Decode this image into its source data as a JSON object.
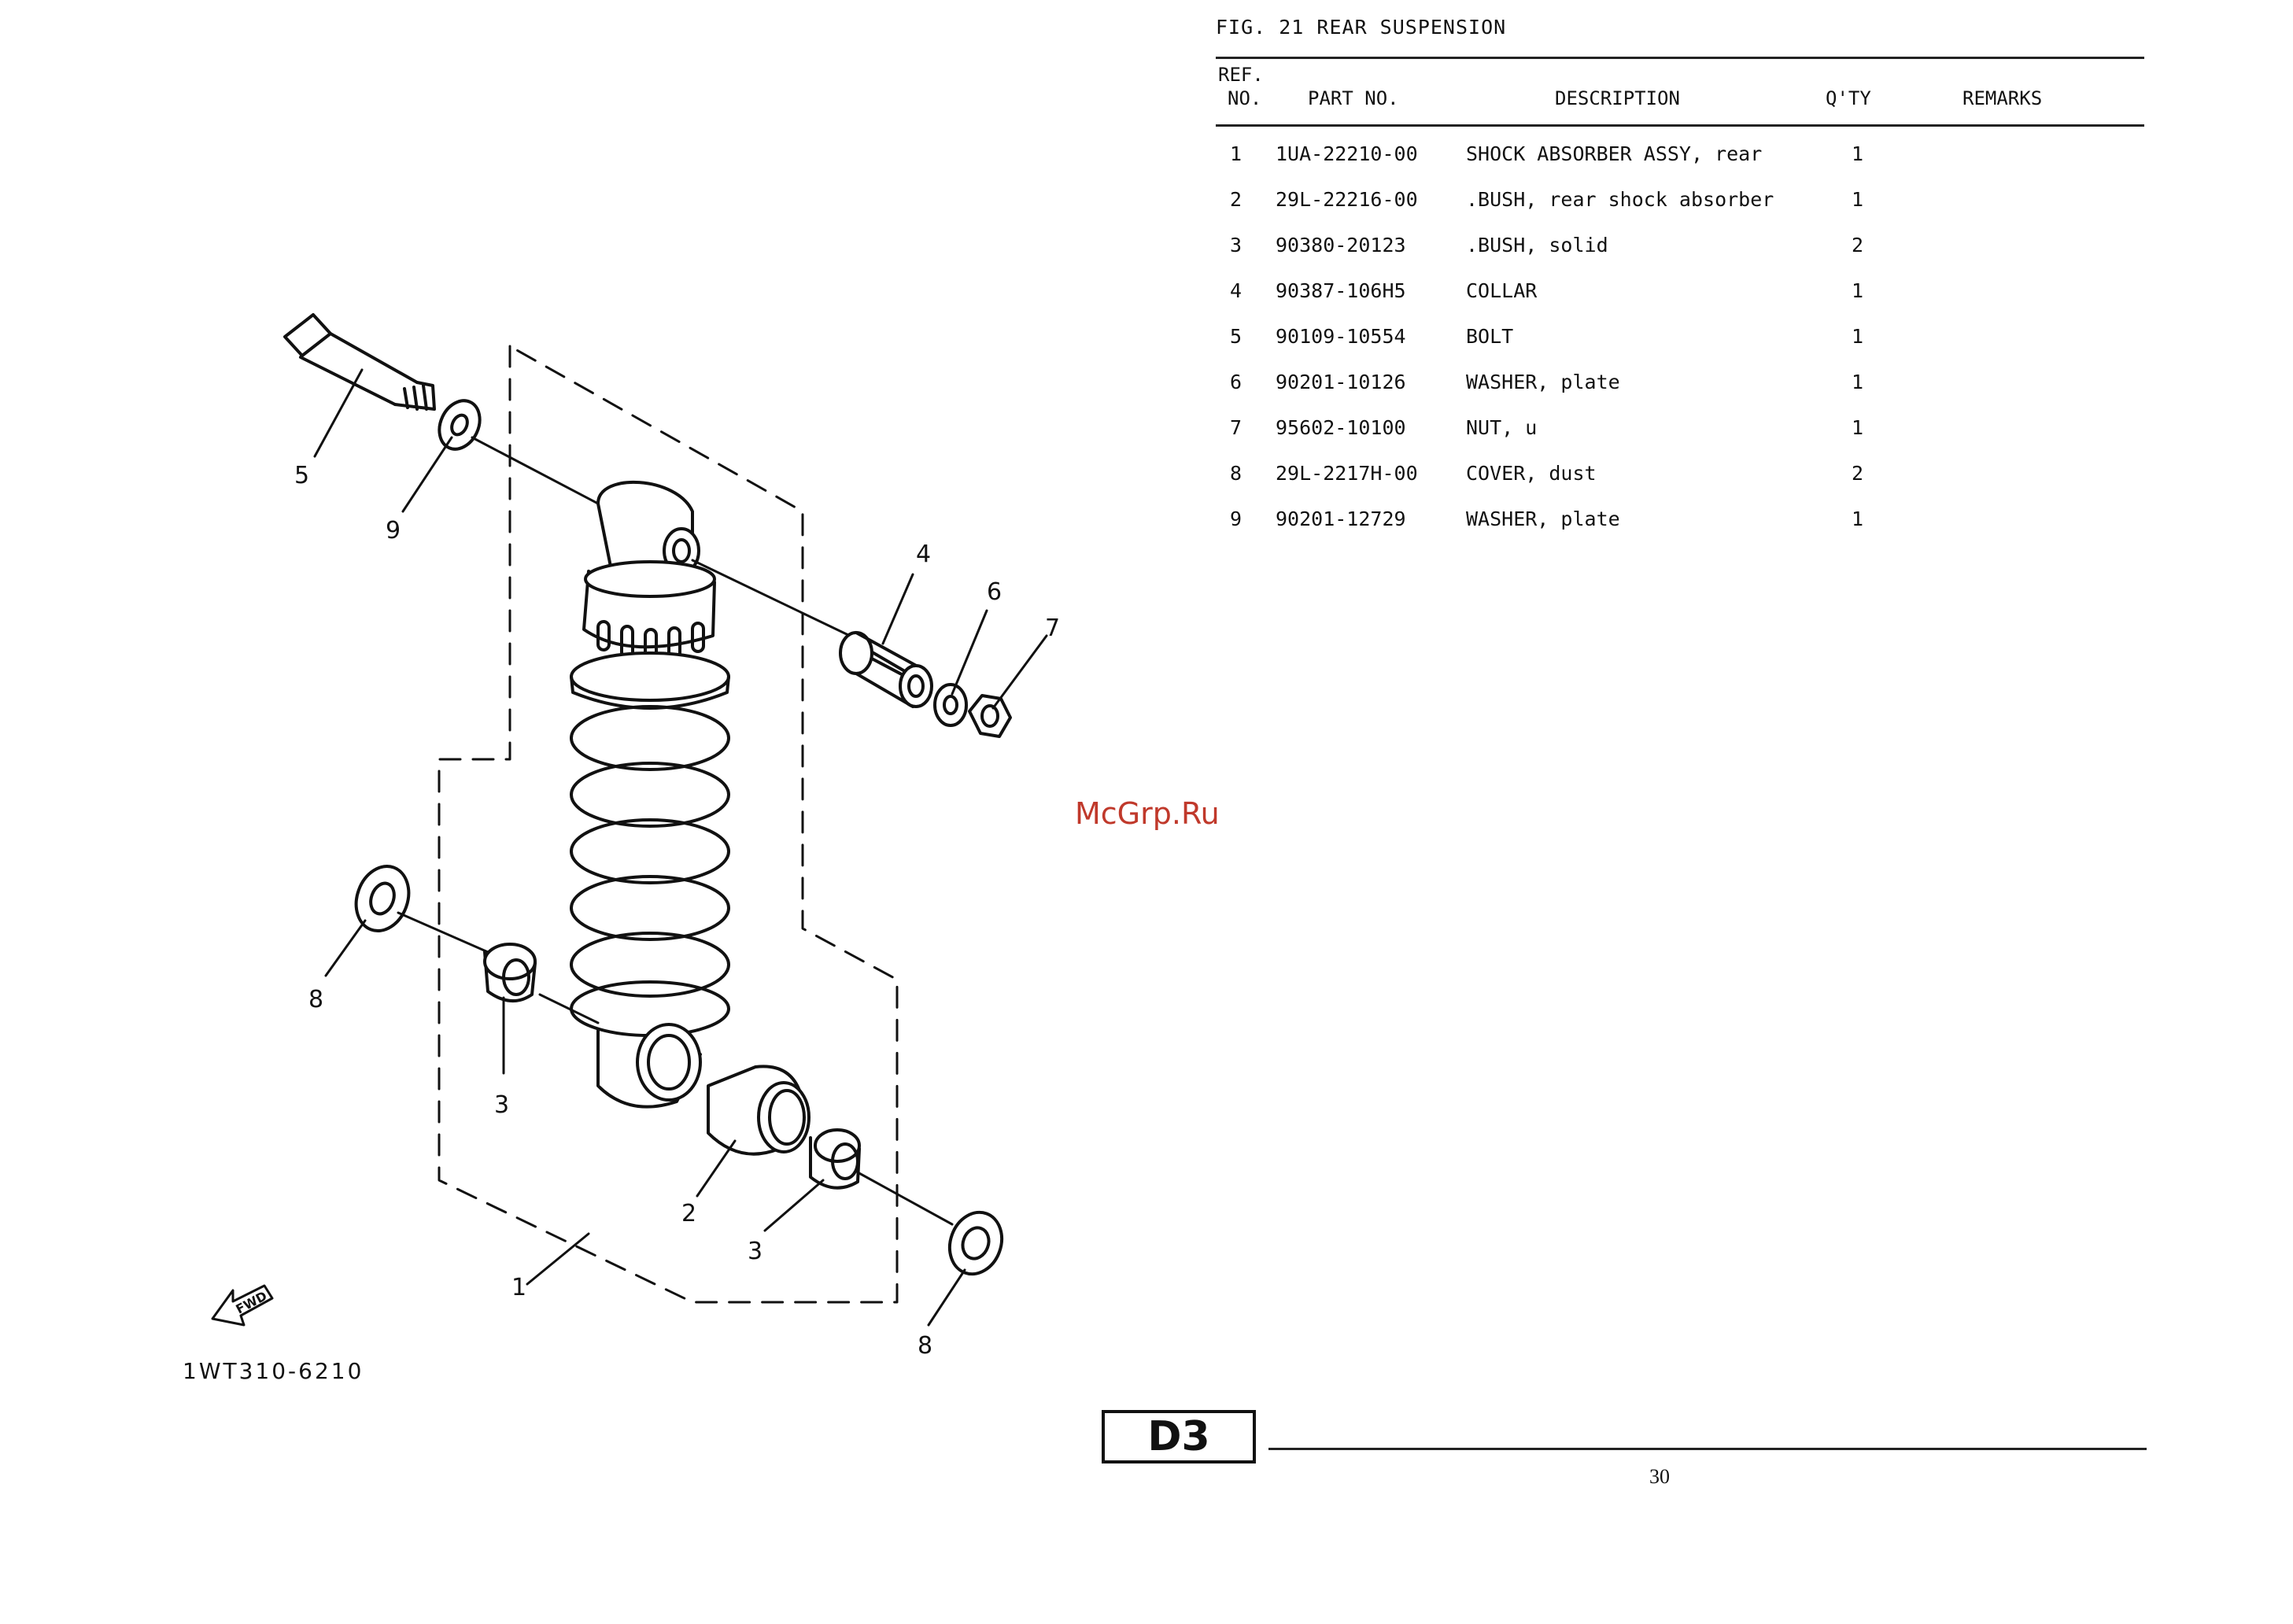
{
  "figure": {
    "title": "FIG. 21  REAR SUSPENSION"
  },
  "table": {
    "headers": {
      "ref": "REF.",
      "no": "NO.",
      "part_no": "PART NO.",
      "description": "DESCRIPTION",
      "qty": "Q'TY",
      "remarks": "REMARKS"
    },
    "rows": [
      {
        "ref": "1",
        "part_no": "1UA-22210-00",
        "description": "SHOCK ABSORBER ASSY, rear",
        "qty": "1",
        "remarks": ""
      },
      {
        "ref": "2",
        "part_no": "29L-22216-00",
        "description": ".BUSH, rear shock absorber",
        "qty": "1",
        "remarks": ""
      },
      {
        "ref": "3",
        "part_no": "90380-20123",
        "description": ".BUSH, solid",
        "qty": "2",
        "remarks": ""
      },
      {
        "ref": "4",
        "part_no": "90387-106H5",
        "description": "COLLAR",
        "qty": "1",
        "remarks": ""
      },
      {
        "ref": "5",
        "part_no": "90109-10554",
        "description": "BOLT",
        "qty": "1",
        "remarks": ""
      },
      {
        "ref": "6",
        "part_no": "90201-10126",
        "description": "WASHER, plate",
        "qty": "1",
        "remarks": ""
      },
      {
        "ref": "7",
        "part_no": "95602-10100",
        "description": "NUT, u",
        "qty": "1",
        "remarks": ""
      },
      {
        "ref": "8",
        "part_no": "29L-2217H-00",
        "description": "COVER, dust",
        "qty": "2",
        "remarks": ""
      },
      {
        "ref": "9",
        "part_no": "90201-12729",
        "description": "WASHER, plate",
        "qty": "1",
        "remarks": ""
      }
    ]
  },
  "diagram": {
    "callouts": [
      "5",
      "9",
      "4",
      "6",
      "7",
      "8",
      "3",
      "2",
      "3",
      "1",
      "8"
    ],
    "fwd_label": "FWD",
    "code": "1WT310-6210"
  },
  "watermark": "McGrp.Ru",
  "footer": {
    "section": "D3",
    "page": "30"
  }
}
